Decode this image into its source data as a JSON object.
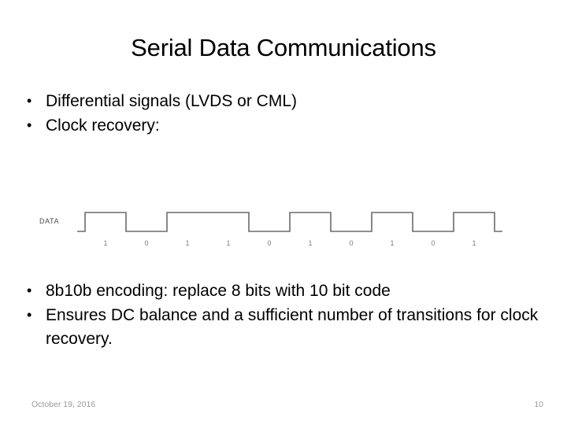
{
  "slide": {
    "title": "Serial Data Communications",
    "bullet_marker": "•",
    "bullets_top": [
      "Differential signals (LVDS or CML)",
      "Clock recovery:"
    ],
    "bullets_bottom": [
      "8b10b encoding: replace 8 bits with 10 bit code",
      "Ensures DC balance and a sufficient number of transitions for clock recovery."
    ],
    "footer": {
      "date": "October 19, 2016",
      "page_number": "10"
    }
  },
  "waveform": {
    "signal_label": "DATA",
    "bits": [
      "1",
      "0",
      "1",
      "1",
      "0",
      "1",
      "0",
      "1",
      "0",
      "1"
    ],
    "line_color": "#6b6b6b",
    "label_color": "#7d7d7d"
  }
}
